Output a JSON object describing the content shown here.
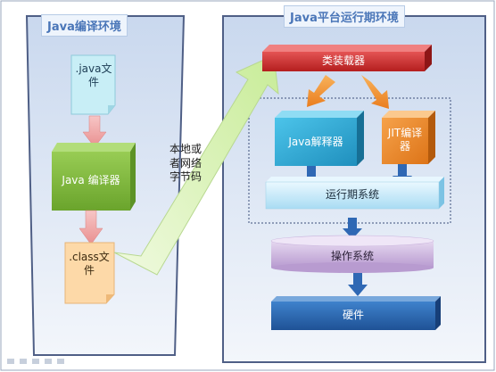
{
  "left_panel": {
    "title": "Java编译环境",
    "java_file": ".java文件",
    "compiler": "Java 编译器",
    "class_file": ".class文件"
  },
  "arrow_text": "本地或者网络字节码",
  "right_panel": {
    "title": "Java平台运行期环境",
    "class_loader": "类装载器",
    "interpreter": "Java解释器",
    "jit": "JIT编译器",
    "runtime": "运行期系统",
    "os": "操作系统",
    "hardware": "硬件"
  },
  "colors": {
    "panel_bg": "#e8eef8",
    "panel_border": "#5a6fa0",
    "class_loader": "#d23a3a",
    "interpreter": "#2fa6d0",
    "jit": "#ec8a2a",
    "compiler": "#7fbb3c",
    "hardware": "#2e6ab3",
    "os": "#c9b2dd",
    "runtime": "#cbeaf8",
    "java_file": "#c8eef6",
    "class_file": "#fdd9a8",
    "big_arrow": "#d8f2b8"
  }
}
